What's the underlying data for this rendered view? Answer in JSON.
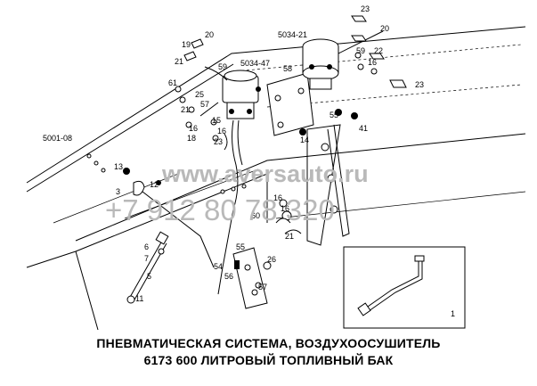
{
  "watermark": {
    "site": "www.aversauto.ru",
    "phone": "+7 912 80 78 320"
  },
  "caption": {
    "line1": "ПНЕВМАТИЧЕСКАЯ СИСТЕМА, ВОЗДУХООСУШИТЕЛЬ",
    "line2": "6173  600 ЛИТРОВЫЙ ТОПЛИВНЫЙ БАК"
  },
  "references": {
    "ref_5001": "5001-08",
    "ref_5034_47": "5034-47",
    "ref_5034_21": "5034-21"
  },
  "callouts": {
    "c20": "20",
    "c19": "19",
    "c21a": "21",
    "c59a": "59",
    "c61": "61",
    "c25": "25",
    "c57": "57",
    "c21b": "21",
    "c16a": "16",
    "c18": "18",
    "c15": "15",
    "c16b": "16",
    "c23a": "23",
    "c23b": "23",
    "c20b": "20",
    "c22": "22",
    "c59b": "59",
    "c16c": "16",
    "c23c": "23",
    "c58": "58",
    "c55a": "55",
    "c41": "41",
    "c14": "14",
    "c13": "13",
    "c12": "12",
    "c3": "3",
    "c6": "6",
    "c7": "7",
    "c5": "5",
    "c11": "11",
    "c16d": "16",
    "c60": "60",
    "c16e": "16",
    "c21c": "21",
    "c55b": "55",
    "c54": "54",
    "c26": "26",
    "c56": "56",
    "c57b": "57",
    "c1": "1"
  }
}
